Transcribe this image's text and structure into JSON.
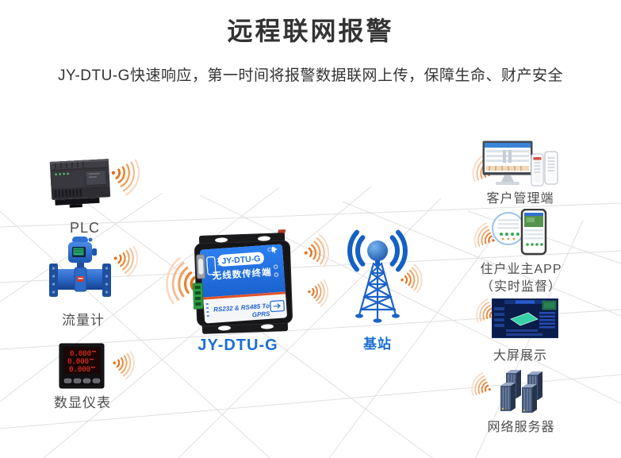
{
  "header": {
    "title": "远程联网报警",
    "subtitle": "JY-DTU-G快速响应，第一时间将报警数据联网上传，保障生命、财产安全"
  },
  "colors": {
    "accent_blue": "#1b6ed6",
    "signal_orange": "#e8833a",
    "dtu_panel_blue": "#2273e6",
    "antenna_red": "#b7372b"
  },
  "nodes": {
    "plc": {
      "label": "PLC"
    },
    "flow_meter": {
      "label": "流量计"
    },
    "digital_meter": {
      "label": "数显仪表",
      "display_value": "0.000"
    },
    "dtu": {
      "label": "JY-DTU-G",
      "badge": "JY-DTU-G",
      "product_name": "无线数传终端",
      "interface_line": "RS232 & RS485 To",
      "interface_line2": "GPRS",
      "cert": "CE"
    },
    "base_station": {
      "label": "基站"
    },
    "client_mgmt": {
      "label": "客户管理端"
    },
    "resident_app": {
      "label": "住户业主APP",
      "label2": "（实时监督）"
    },
    "big_screen": {
      "label": "大屏展示"
    },
    "server": {
      "label": "网络服务器"
    }
  }
}
